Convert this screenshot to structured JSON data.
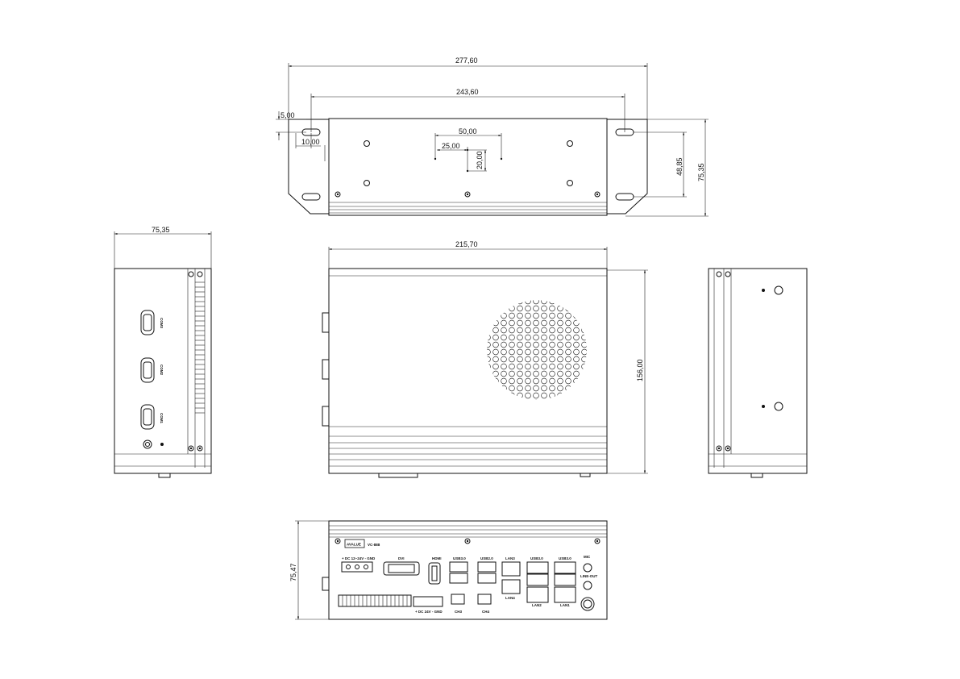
{
  "dimensions": {
    "top_overall_width": "277,60",
    "top_hole_spacing": "243,60",
    "top_offset_y": "5,00",
    "top_offset_x": "10,00",
    "vesa_wide": "50,00",
    "vesa_narrow": "25,00",
    "vesa_vertical": "20,00",
    "top_hole_height": "48,85",
    "top_overall_height": "75,35",
    "left_width": "75,35",
    "front_width": "215,70",
    "front_height": "156,00",
    "bottom_height": "75,47"
  },
  "side_ports": [
    "COM3",
    "COM2",
    "COM1"
  ],
  "rear_panel": {
    "brand": "AVALUE",
    "model": "VC-888",
    "labels": {
      "dc_in": "+ DC 12~24V -  GND",
      "dvi": "DVI",
      "hdmi": "HDMI",
      "usb_a": "USB3.0",
      "usb_b": "USB2.0",
      "lan3": "LAN3",
      "usb_c": "USB3.0",
      "usb_d": "USB3.0",
      "mic": "MIC",
      "lan4": "LAN4",
      "line_out": "LINE-OUT",
      "lan2": "LAN2",
      "lan1": "LAN1",
      "dc_24": "+ DC 24V - GND",
      "ch3": "CH3",
      "ch4": "CH4"
    }
  }
}
